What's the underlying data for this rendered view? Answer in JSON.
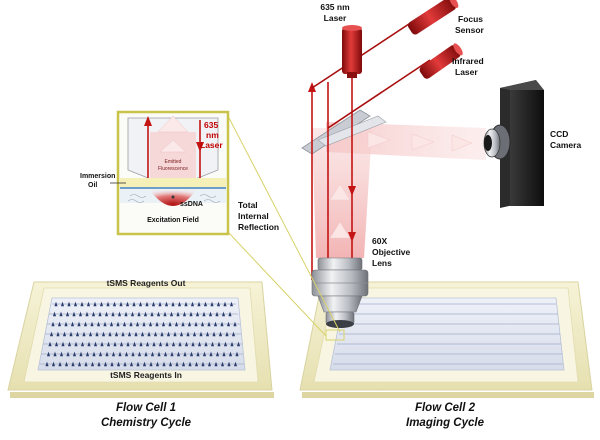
{
  "labels": {
    "laser_635": [
      "635 nm",
      "Laser"
    ],
    "focus_sensor": [
      "Focus",
      "Sensor"
    ],
    "infrared_laser": [
      "Infrared",
      "Laser"
    ],
    "ccd_camera": [
      "CCD",
      "Camera"
    ],
    "objective": [
      "60X",
      "Objective",
      "Lens"
    ],
    "tir": [
      "Total",
      "Internal",
      "Reflection"
    ],
    "inset_laser": [
      "635",
      "nm",
      "Laser"
    ],
    "emitted_fluorescence": [
      "Emitted",
      "Fluorescence"
    ],
    "immersion_oil": [
      "Immersion",
      "Oil"
    ],
    "ssdna": "ssDNA",
    "excitation_field": "Excitation Field",
    "reagents_out": "tSMS Reagents Out",
    "reagents_in": "tSMS Reagents In"
  },
  "captions": {
    "flow_cell_1": [
      "Flow Cell 1",
      "Chemistry  Cycle"
    ],
    "flow_cell_2": [
      "Flow Cell 2",
      "Imaging  Cycle"
    ]
  },
  "colors": {
    "laser_red": "#c41414",
    "beam_pink": "#f4b8b8",
    "frame_cream": "#f2eecb",
    "inset_border": "#c9c34a",
    "camera_black": "#1c1c1c"
  }
}
